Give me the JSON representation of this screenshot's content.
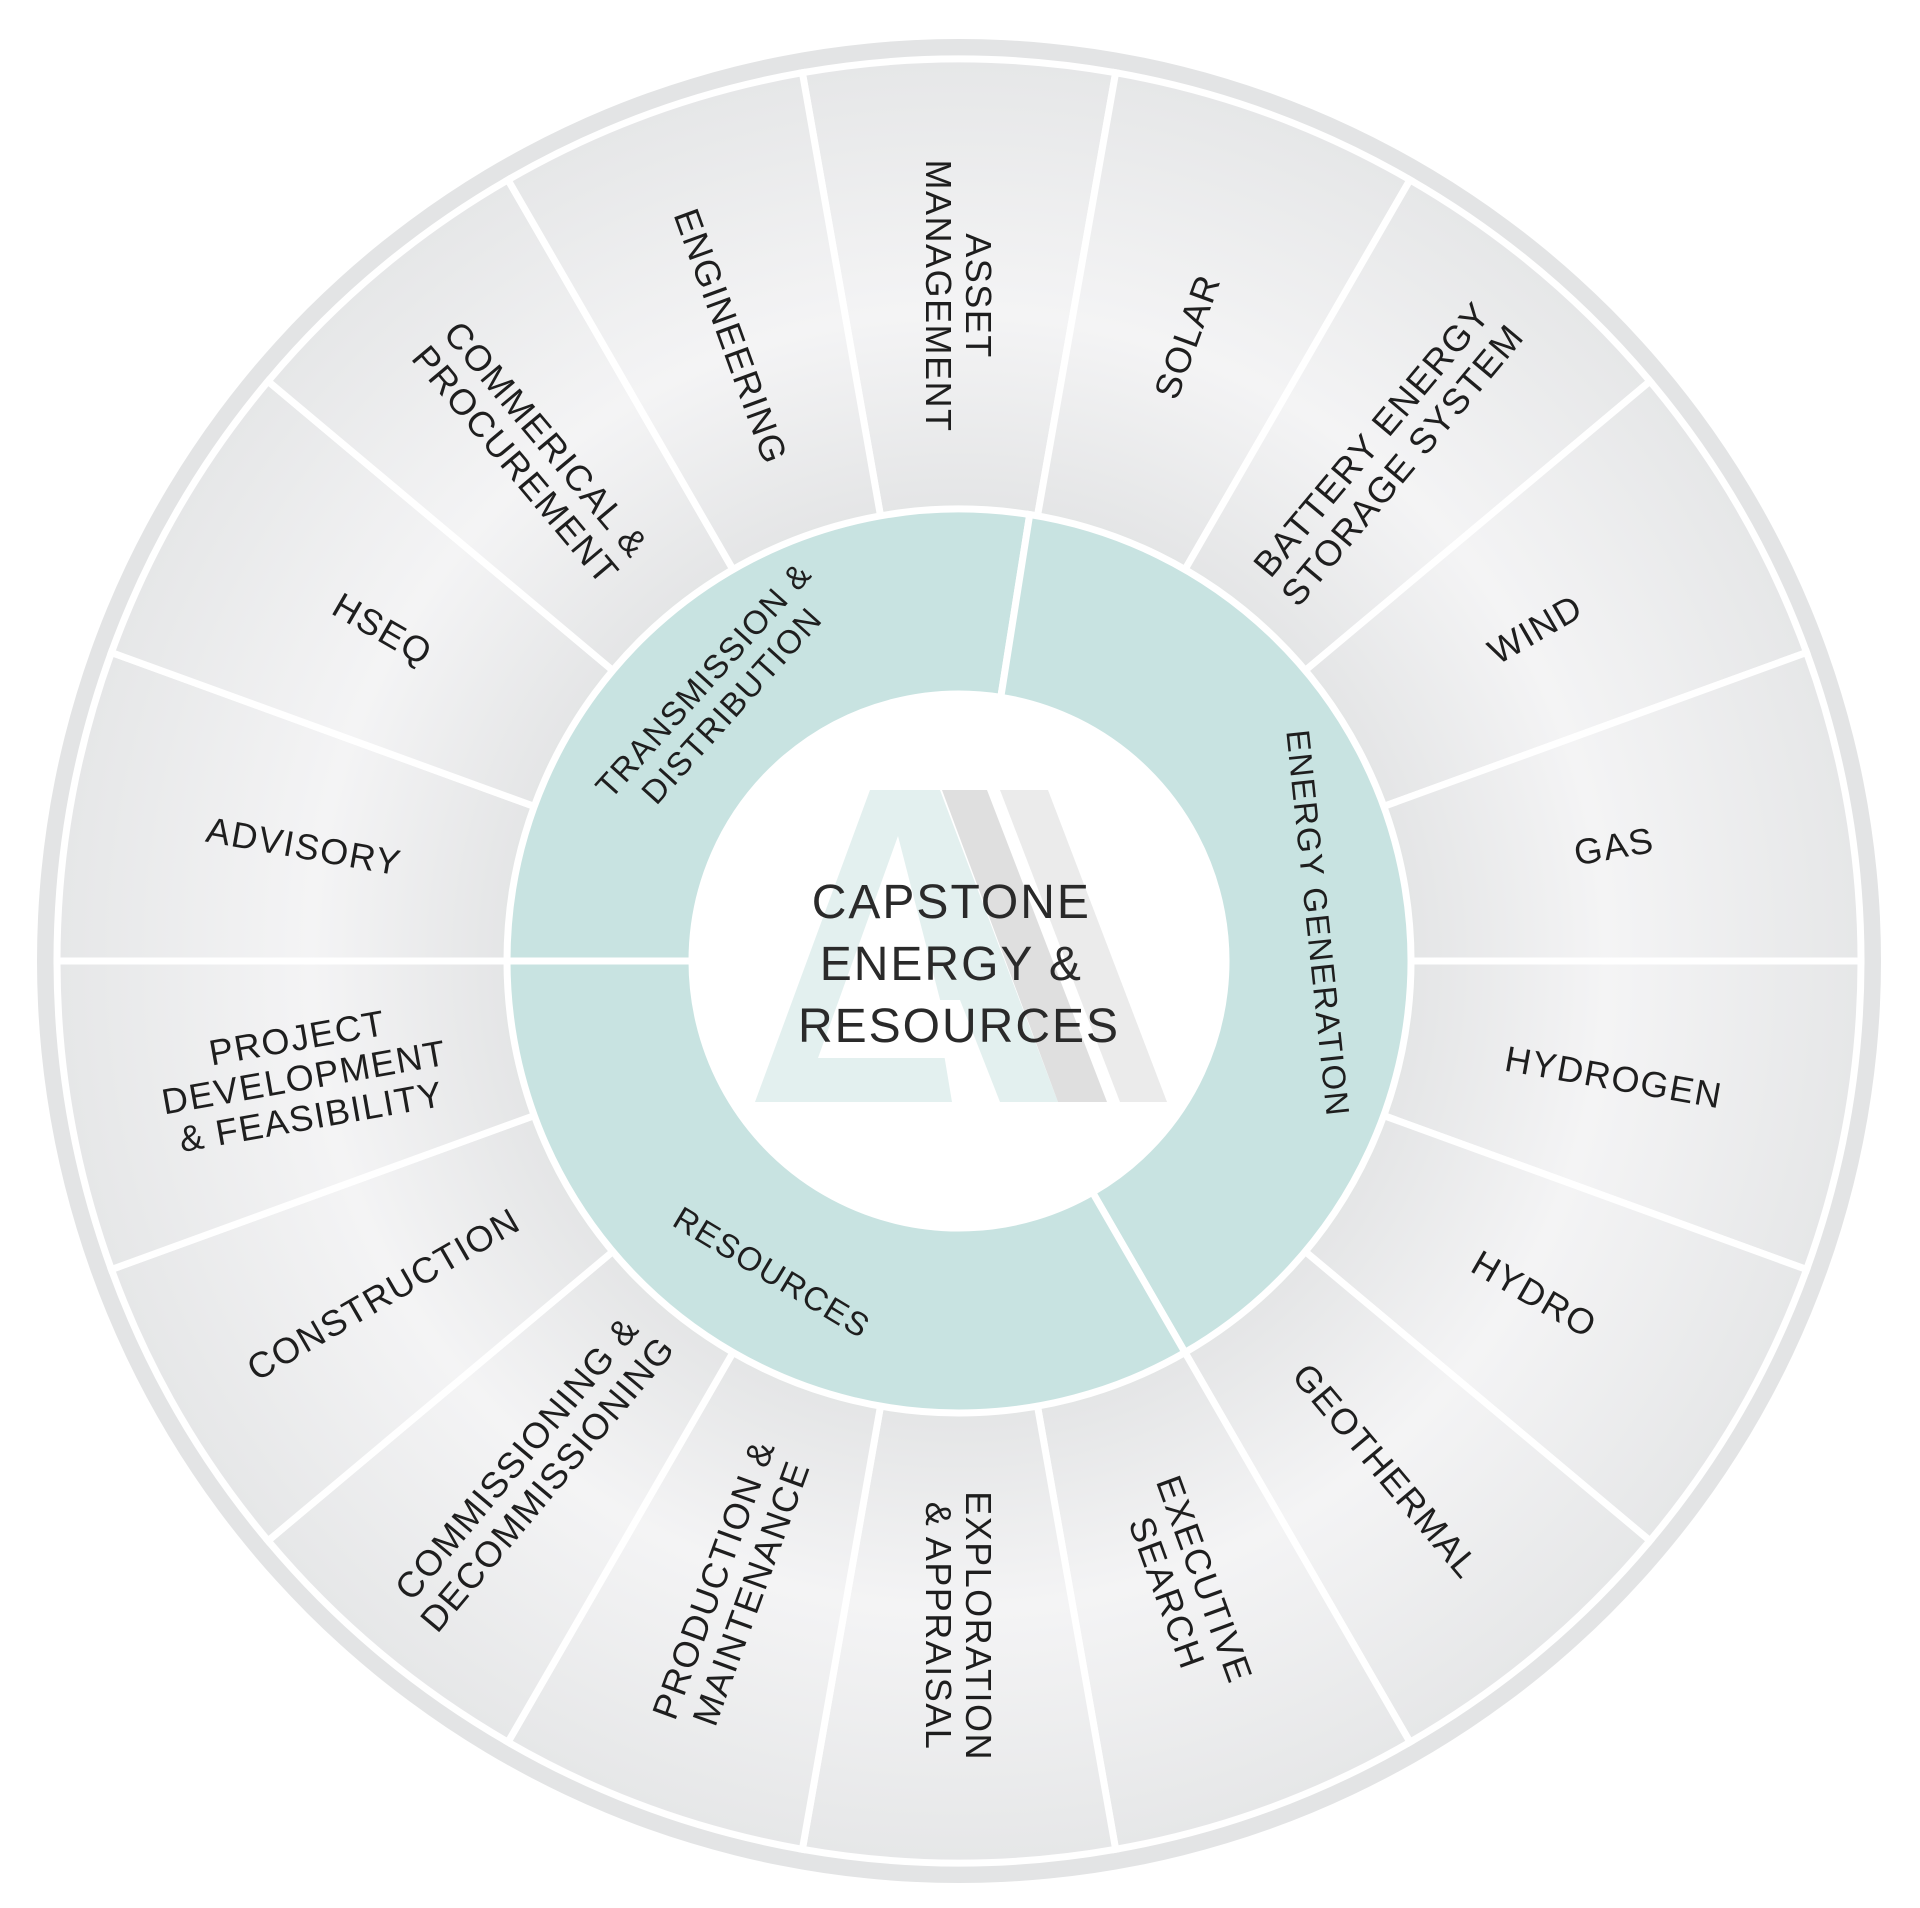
{
  "center": {
    "title_lines": [
      "CAPSTONE",
      "ENERGY &",
      "RESOURCES"
    ],
    "logo": "capstone-a-logo-watermark"
  },
  "inner_ring": [
    {
      "id": "transmission-distribution",
      "lines": [
        "TRANSMISSION &",
        "DISTRIBUTION"
      ]
    },
    {
      "id": "energy-generation",
      "lines": [
        "ENERGY GENERATION"
      ]
    },
    {
      "id": "resources",
      "lines": [
        "RESOURCES"
      ]
    }
  ],
  "segments": [
    {
      "id": "asset-management",
      "lines": [
        "ASSET",
        "MANAGEMENT"
      ]
    },
    {
      "id": "solar",
      "lines": [
        "SOLAR"
      ]
    },
    {
      "id": "battery-energy-storage-system",
      "lines": [
        "BATTERY ENERGY",
        "STORAGE SYSTEM"
      ]
    },
    {
      "id": "wind",
      "lines": [
        "WIND"
      ]
    },
    {
      "id": "gas",
      "lines": [
        "GAS"
      ]
    },
    {
      "id": "hydrogen",
      "lines": [
        "HYDROGEN"
      ]
    },
    {
      "id": "hydro",
      "lines": [
        "HYDRO"
      ]
    },
    {
      "id": "geothermal",
      "lines": [
        "GEOTHERMAL"
      ]
    },
    {
      "id": "executive-search",
      "lines": [
        "EXECUTIVE",
        "SEARCH"
      ]
    },
    {
      "id": "exploration-appraisal",
      "lines": [
        "EXPLORATION",
        "& APPRAISAL"
      ]
    },
    {
      "id": "production-maintenance",
      "lines": [
        "PRODUCTION &",
        "MAINTENANCE"
      ]
    },
    {
      "id": "commissioning-decommissioning",
      "lines": [
        "COMMISSIONING &",
        "DECOMMISSIONING"
      ]
    },
    {
      "id": "construction",
      "lines": [
        "CONSTRUCTION"
      ]
    },
    {
      "id": "project-development-feasibility",
      "lines": [
        "PROJECT",
        "DEVELOPMENT",
        "& FEASIBILITY"
      ]
    },
    {
      "id": "advisory",
      "lines": [
        "ADVISORY"
      ]
    },
    {
      "id": "hseq",
      "lines": [
        "HSEQ"
      ]
    },
    {
      "id": "commerical-procurement",
      "lines": [
        "COMMERICAL &",
        "PROCUREMENT"
      ]
    },
    {
      "id": "engineering",
      "lines": [
        "ENGINEERING"
      ]
    }
  ],
  "colors": {
    "outer_band": "#e3e4e5",
    "segment_light": "#f4f4f5",
    "segment_dark": "#e2e3e4",
    "teal": "#c8e3e1",
    "logo_teal": "#e3f0ef",
    "logo_gray": "#dfdfdf",
    "logo_light_gray": "#ebebeb",
    "separator": "#ffffff"
  }
}
